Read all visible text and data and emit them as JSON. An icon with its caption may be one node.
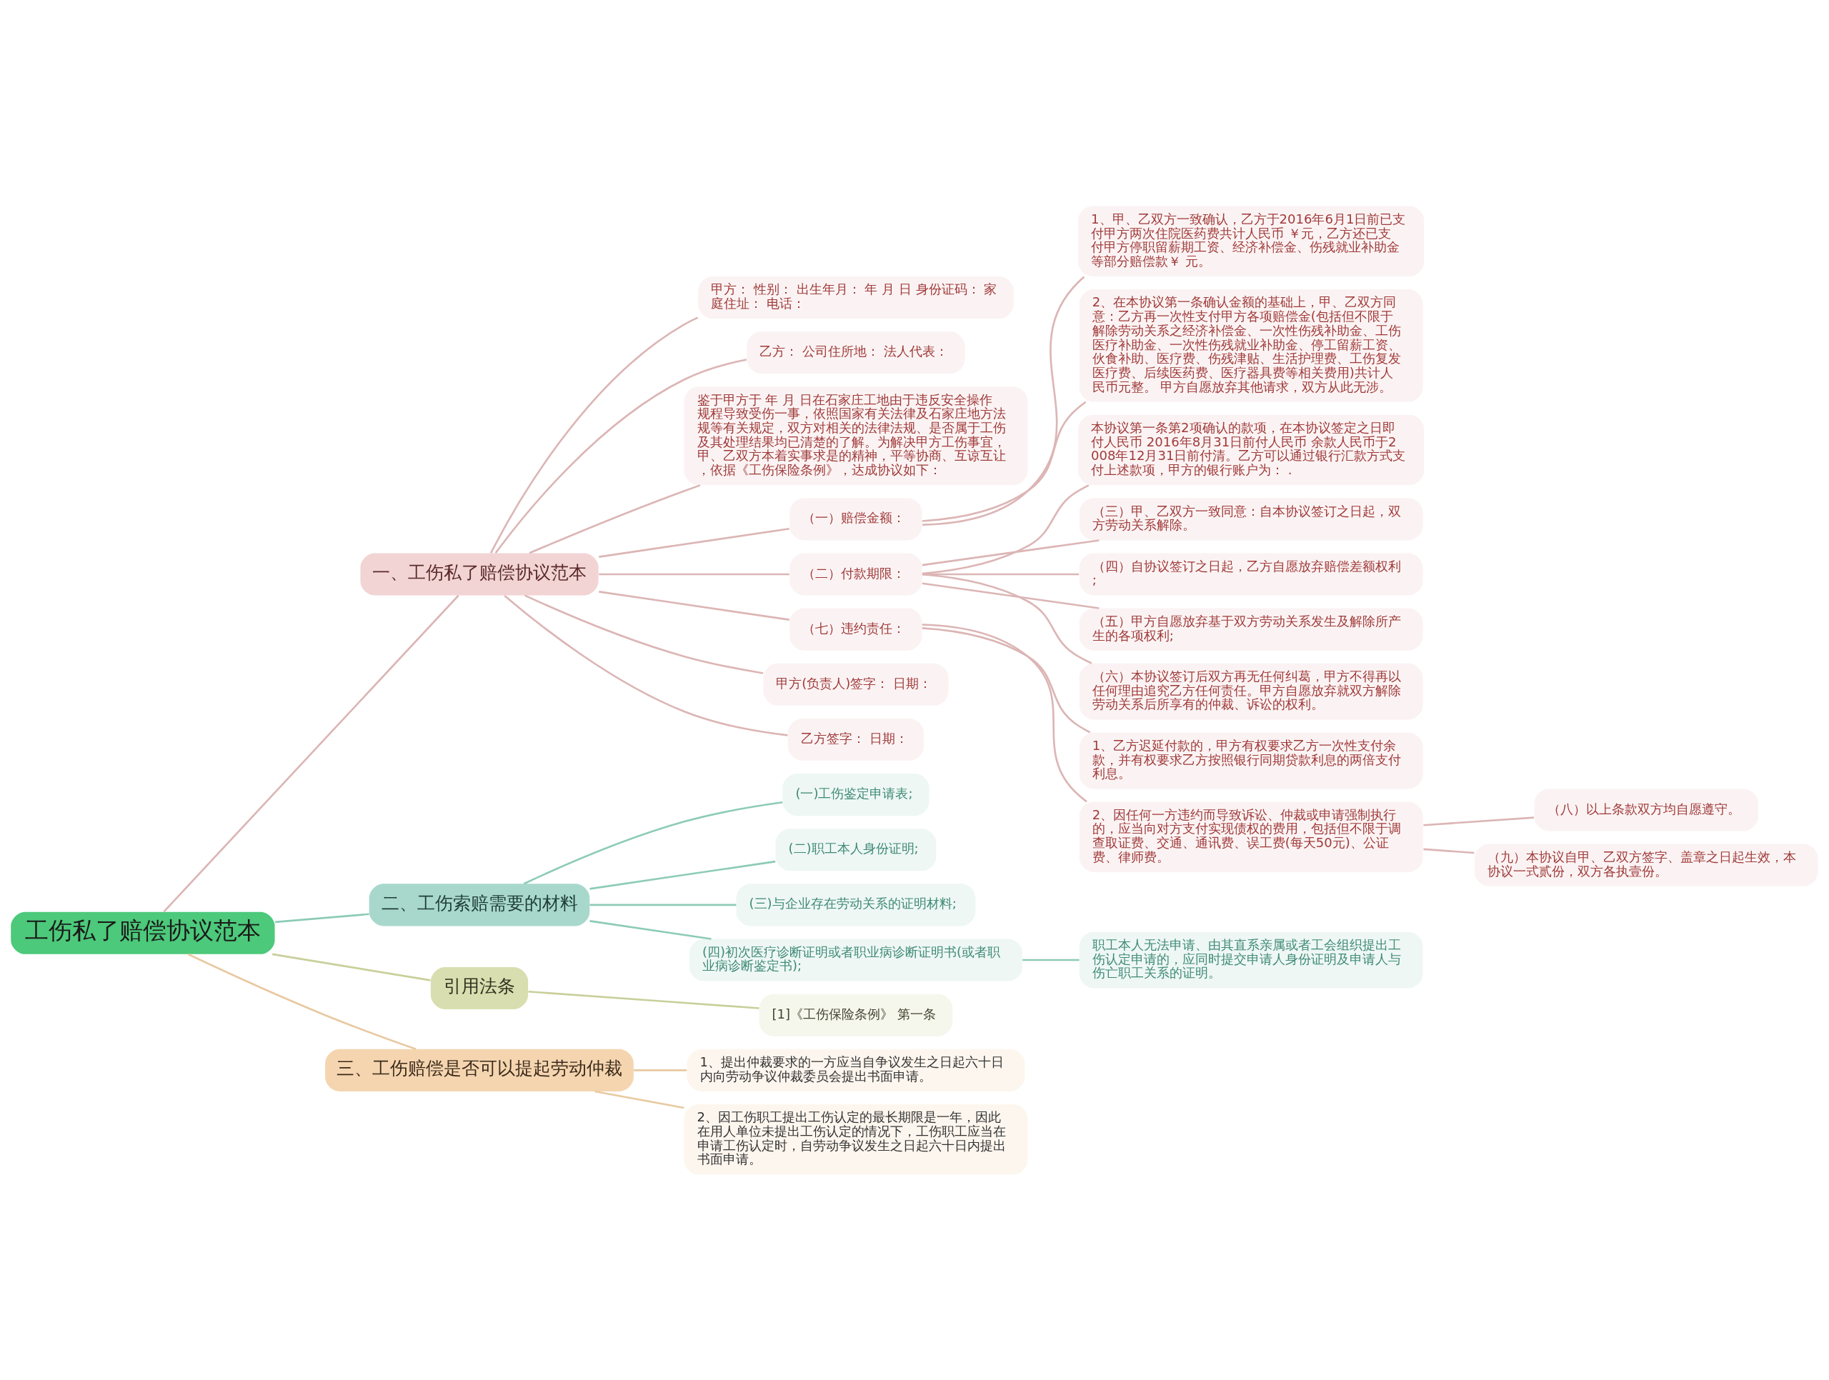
{
  "diagram": {
    "nodes": [
      {
        "text": [
          "工伤私了赔偿协议范本"
        ]
      },
      {
        "text": [
          "一、工伤私了赔偿协议范本"
        ]
      },
      {
        "text": [
          "甲方： 性别： 出生年月： 年 月 日 身份证码： 家庭住址： 电话："
        ]
      },
      {
        "text": [
          "乙方： 公司住所地： 法人代表："
        ]
      },
      {
        "text": [
          "鉴于甲方于 年 月 日在石家庄工地由于违反安全操作规程导致受伤一事，依照国家有关法律及石家庄地方法规等有关规定，双方对相关的法律法规、是否属于工伤及其处理结果均已清楚的了解。为解决甲方工伤事宜，甲、乙双方本着实事求是的精神，平等协商、互谅互让，依据《工伤保险条例》，达成协议如下："
        ]
      },
      {
        "text": [
          "（一）赔偿金额："
        ]
      },
      {
        "text": [
          "1、甲、乙双方一致确认，乙方于2016年6月1日前已支付甲方两次住院医药费共计人民币 ￥元，乙方还已支付甲方停职留薪期工资、经济补偿金、伤残就业补助金等部分赔偿款￥ 元。"
        ]
      },
      {
        "text": [
          "2、在本协议第一条确认金额的基础上，甲、乙双方同意：乙方再一次性支付甲方各项赔偿金(包括但不限于解除劳动关系之经济补偿金、一次性伤残补助金、工伤医疗补助金、一次性伤残就业补助金、停工留薪工资、伙食补助、医疗费、伤残津贴、生活护理费、工伤复发医疗费、后续医药费、医疗器具费等相关费用)共计人民币元整。 甲方自愿放弃其他请求，双方从此无涉。"
        ]
      },
      {
        "text": [
          "（二）付款期限："
        ]
      },
      {
        "text": [
          "本协议第一条第2项确认的款项，在本协议签定之日即付人民币 2016年8月31日前付人民币 余款人民币于2008年12月31日前付清。乙方可以通过银行汇款方式支付上述款项，甲方的银行账户为： ."
        ]
      },
      {
        "text": [
          "（三）甲、乙双方一致同意：自本协议签订之日起，双方劳动关系解除。"
        ]
      },
      {
        "text": [
          "（四）自协议签订之日起，乙方自愿放弃赔偿差额权利;"
        ]
      },
      {
        "text": [
          "（五）甲方自愿放弃基于双方劳动关系发生及解除所产生的各项权利;"
        ]
      },
      {
        "text": [
          "（六）本协议签订后双方再无任何纠葛，甲方不得再以任何理由追究乙方任何责任。甲方自愿放弃就双方解除劳动关系后所享有的仲裁、诉讼的权利。"
        ]
      },
      {
        "text": [
          "（七）违约责任："
        ]
      },
      {
        "text": [
          "1、乙方迟延付款的，甲方有权要求乙方一次性支付余款，并有权要求乙方按照银行同期贷款利息的两倍支付利息。"
        ]
      },
      {
        "text": [
          "2、因任何一方违约而导致诉讼、仲裁或申请强制执行的，应当向对方支付实现债权的费用，包括但不限于调查取证费、交通、通讯费、误工费(每天50元)、公证费、律师费。"
        ]
      },
      {
        "text": [
          "（八）以上条款双方均自愿遵守。"
        ]
      },
      {
        "text": [
          "（九）本协议自甲、乙双方签字、盖章之日起生效，本协议一式贰份，双方各执壹份。"
        ]
      },
      {
        "text": [
          "甲方(负责人)签字： 日期："
        ]
      },
      {
        "text": [
          "乙方签字： 日期："
        ]
      },
      {
        "text": [
          "二、工伤索赔需要的材料"
        ]
      },
      {
        "text": [
          "(一)工伤鉴定申请表;"
        ]
      },
      {
        "text": [
          "(二)职工本人身份证明;"
        ]
      },
      {
        "text": [
          "(三)与企业存在劳动关系的证明材料;"
        ]
      },
      {
        "text": [
          "(四)初次医疗诊断证明或者职业病诊断证明书(或者职业病诊断鉴定书);"
        ]
      },
      {
        "text": [
          "职工本人无法申请、由其直系亲属或者工会组织提出工伤认定申请的，应同时提交申请人身份证明及申请人与伤亡职工关系的证明。"
        ]
      },
      {
        "text": [
          "引用法条"
        ]
      },
      {
        "text": [
          "[1]《工伤保险条例》 第一条"
        ]
      },
      {
        "text": [
          "三、工伤赔偿是否可以提起劳动仲裁"
        ]
      },
      {
        "text": [
          "1、提出仲裁要求的一方应当自争议发生之日起六十日内向劳动争议仲裁委员会提出书面申请。"
        ]
      },
      {
        "text": [
          "2、因工伤职工提出工伤认定的最长期限是一年，因此在用人单位未提出工伤认定的情况下，工伤职工应当在申请工伤认定时，自劳动争议发生之日起六十日内提出书面申请。"
        ]
      }
    ],
    "edges": [
      {
        "from": 0,
        "to": 1,
        "arrow": "none"
      },
      {
        "from": 1,
        "to": 2,
        "arrow": "none"
      },
      {
        "from": 1,
        "to": 3,
        "arrow": "none"
      },
      {
        "from": 1,
        "to": 4,
        "arrow": "none"
      },
      {
        "from": 1,
        "to": 5,
        "arrow": "none"
      },
      {
        "from": 5,
        "to": 6,
        "arrow": "none"
      },
      {
        "from": 5,
        "to": 7,
        "arrow": "none"
      },
      {
        "from": 1,
        "to": 8,
        "arrow": "none"
      },
      {
        "from": 8,
        "to": 9,
        "arrow": "none"
      },
      {
        "from": 8,
        "to": 10,
        "arrow": "none"
      },
      {
        "from": 8,
        "to": 11,
        "arrow": "none"
      },
      {
        "from": 8,
        "to": 12,
        "arrow": "none"
      },
      {
        "from": 8,
        "to": 13,
        "arrow": "none"
      },
      {
        "from": 1,
        "to": 14,
        "arrow": "none"
      },
      {
        "from": 14,
        "to": 15,
        "arrow": "none"
      },
      {
        "from": 14,
        "to": 16,
        "arrow": "none"
      },
      {
        "from": 16,
        "to": 17,
        "arrow": "none"
      },
      {
        "from": 16,
        "to": 18,
        "arrow": "none"
      },
      {
        "from": 1,
        "to": 19,
        "arrow": "none"
      },
      {
        "from": 1,
        "to": 20,
        "arrow": "none"
      },
      {
        "from": 0,
        "to": 21,
        "arrow": "none",
        "color": "#8ccbb6"
      },
      {
        "from": 21,
        "to": 22,
        "arrow": "none",
        "color": "#8ccbb6"
      },
      {
        "from": 21,
        "to": 23,
        "arrow": "none",
        "color": "#8ccbb6"
      },
      {
        "from": 21,
        "to": 24,
        "arrow": "none",
        "color": "#8ccbb6"
      },
      {
        "from": 21,
        "to": 25,
        "arrow": "none",
        "color": "#8ccbb6"
      },
      {
        "from": 25,
        "to": 26,
        "arrow": "none",
        "color": "#8ccbb6"
      },
      {
        "from": 0,
        "to": 27,
        "arrow": "none",
        "color": "#c9cf9a"
      },
      {
        "from": 27,
        "to": 28,
        "arrow": "none",
        "color": "#c9cf9a"
      },
      {
        "from": 0,
        "to": 29,
        "arrow": "none",
        "color": "#e8c9a0"
      },
      {
        "from": 29,
        "to": 30,
        "arrow": "none",
        "color": "#e8c9a0"
      },
      {
        "from": 29,
        "to": 31,
        "arrow": "none",
        "color": "#e8c9a0"
      }
    ]
  }
}
